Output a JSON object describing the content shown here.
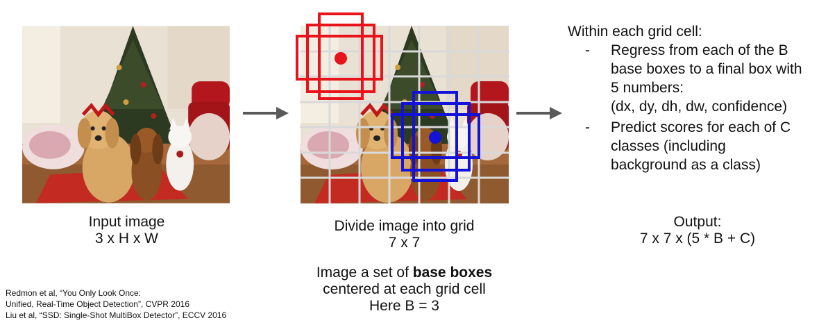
{
  "input": {
    "caption_line1": "Input image",
    "caption_line2": "3 x H x W"
  },
  "grid": {
    "caption_line1": "Divide image into grid",
    "caption_line2": "7 x 7",
    "boxes_line1_pre": "Image a set of ",
    "boxes_line1_bold": "base boxes",
    "boxes_line2": "centered at each grid cell",
    "boxes_line3": "Here B = 3"
  },
  "within": {
    "heading": "Within each grid cell:",
    "bullet_marker": "-",
    "bullet1_lines": [
      "Regress from each of the B",
      "base boxes to a final box with",
      "5 numbers:",
      "(dx, dy, dh, dw, confidence)"
    ],
    "bullet2_lines": [
      "Predict scores for each of C",
      "classes (including",
      "background as a class)"
    ]
  },
  "output": {
    "label": "Output:",
    "formula": "7 x 7 x (5 * B + C)"
  },
  "references": [
    "Redmon et al, “You Only Look Once:",
    "Unified, Real-Time Object Detection”, CVPR 2016",
    "Liu et al, “SSD: Single-Shot MultiBox Detector”, ECCV 2016"
  ],
  "colors": {
    "red_box": "#e8131b",
    "blue_box": "#1212d8",
    "grid_line": "#d9d9d9",
    "arrow": "#5a5a5a"
  }
}
